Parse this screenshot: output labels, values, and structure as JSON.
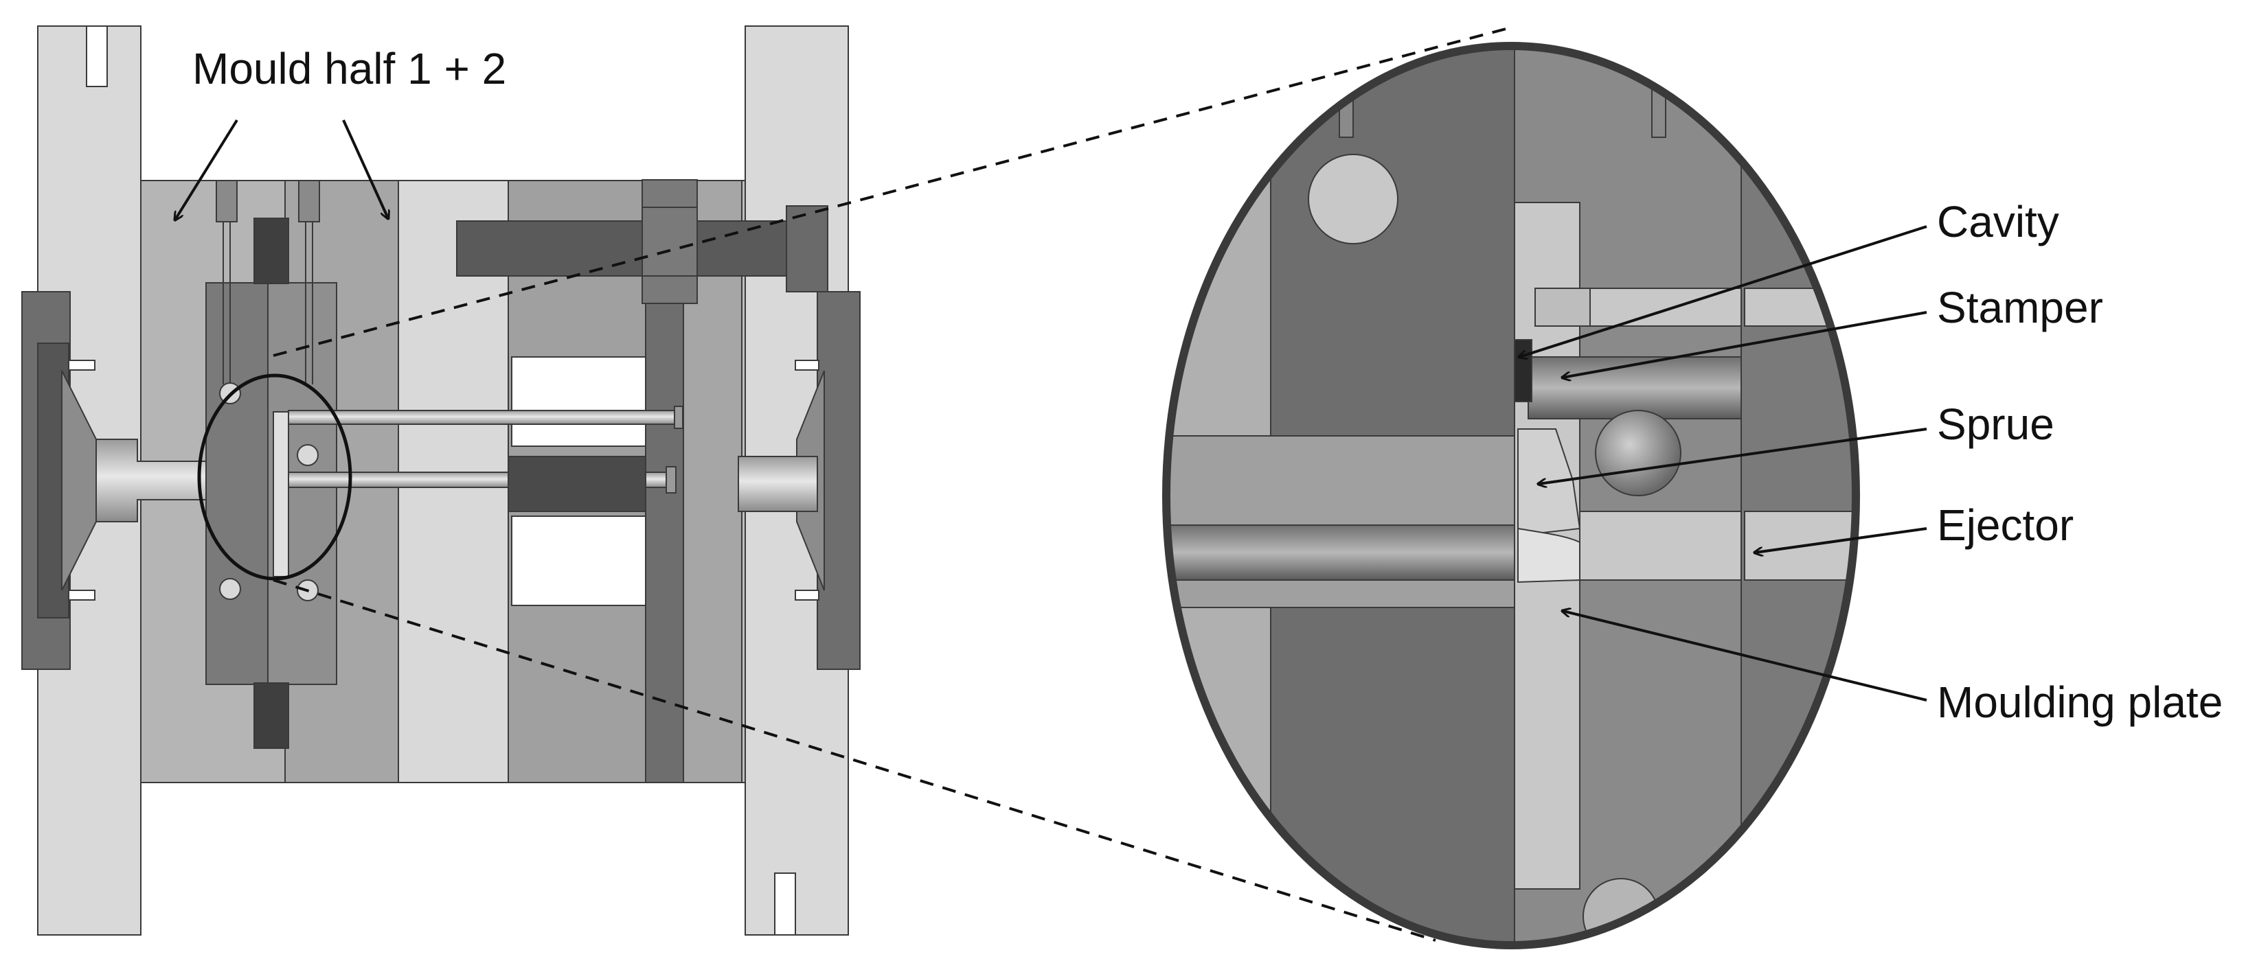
{
  "figure": {
    "labels": {
      "mould_half": "Mould half 1 + 2",
      "cavity": "Cavity",
      "stamper": "Stamper",
      "sprue": "Sprue",
      "ejector": "Ejector",
      "moulding_plate": "Moulding plate"
    },
    "colors": {
      "background": "#ffffff",
      "outline": "#3a3a3a",
      "light_gray": "#d9d9d9",
      "mid_gray": "#a6a6a6",
      "dark_gray": "#6e6e6e",
      "darker_gray": "#555555"
    }
  }
}
